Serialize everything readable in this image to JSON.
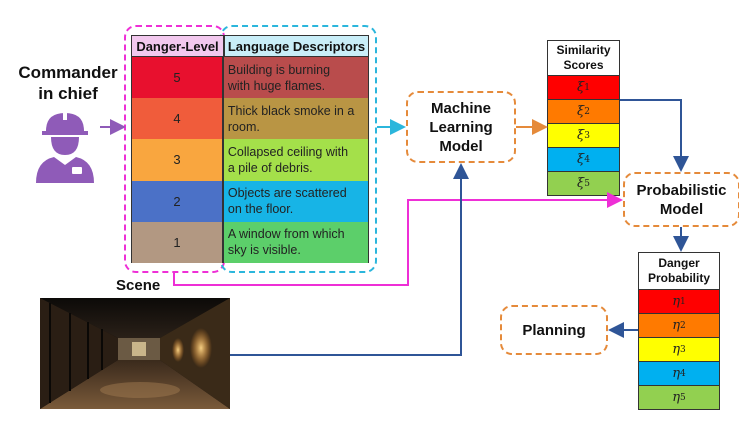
{
  "commander": {
    "label_line1": "Commander",
    "label_line2": "in chief",
    "icon": "firefighter-user-icon"
  },
  "danger_table": {
    "level_header": "Danger-Level",
    "descriptor_header": "Language Descriptors",
    "rows": [
      {
        "level": "5",
        "descriptor_line1": "Building is burning",
        "descriptor_line2": "with huge flames.",
        "level_color": "#e8102e",
        "desc_color": "#b94c4c"
      },
      {
        "level": "4",
        "descriptor_line1": "Thick black smoke in a",
        "descriptor_line2": "room.",
        "level_color": "#f05c3b",
        "desc_color": "#b99544"
      },
      {
        "level": "3",
        "descriptor_line1": "Collapsed ceiling with",
        "descriptor_line2": "a pile of debris.",
        "level_color": "#f9a63f",
        "desc_color": "#a4e04a"
      },
      {
        "level": "2",
        "descriptor_line1": "Objects are scattered",
        "descriptor_line2": "on the floor.",
        "level_color": "#4b71c7",
        "desc_color": "#17b4e6"
      },
      {
        "level": "1",
        "descriptor_line1": "A window from which",
        "descriptor_line2": "sky is visible.",
        "level_color": "#b29882",
        "desc_color": "#5ccf6a"
      }
    ]
  },
  "ml_model": {
    "line1": "Machine",
    "line2": "Learning",
    "line3": "Model"
  },
  "similarity": {
    "header_line1": "Similarity",
    "header_line2": "Scores",
    "items": [
      {
        "symbol": "ξ",
        "sub": "1",
        "color": "#ff0000"
      },
      {
        "symbol": "ξ",
        "sub": "2",
        "color": "#ff7a00"
      },
      {
        "symbol": "ξ",
        "sub": "3",
        "color": "#ffff00"
      },
      {
        "symbol": "ξ",
        "sub": "4",
        "color": "#00b0f0"
      },
      {
        "symbol": "ξ",
        "sub": "5",
        "color": "#92d050"
      }
    ]
  },
  "prob_model": {
    "line1": "Probabilistic",
    "line2": "Model"
  },
  "danger_prob": {
    "header_line1": "Danger",
    "header_line2": "Probability",
    "items": [
      {
        "symbol": "η",
        "sub": "1",
        "color": "#ff0000"
      },
      {
        "symbol": "η",
        "sub": "2",
        "color": "#ff7a00"
      },
      {
        "symbol": "η",
        "sub": "3",
        "color": "#ffff00"
      },
      {
        "symbol": "η",
        "sub": "4",
        "color": "#00b0f0"
      },
      {
        "symbol": "η",
        "sub": "5",
        "color": "#92d050"
      }
    ]
  },
  "planning": {
    "label": "Planning"
  },
  "scene": {
    "label": "Scene",
    "image": "corridor-scene-image"
  },
  "colors": {
    "pink": "#ee2fd6",
    "cyan": "#2bb6dc",
    "orange": "#e58a3a",
    "blue_arrow": "#2f5597",
    "icon_purple": "#8f5bb8"
  }
}
